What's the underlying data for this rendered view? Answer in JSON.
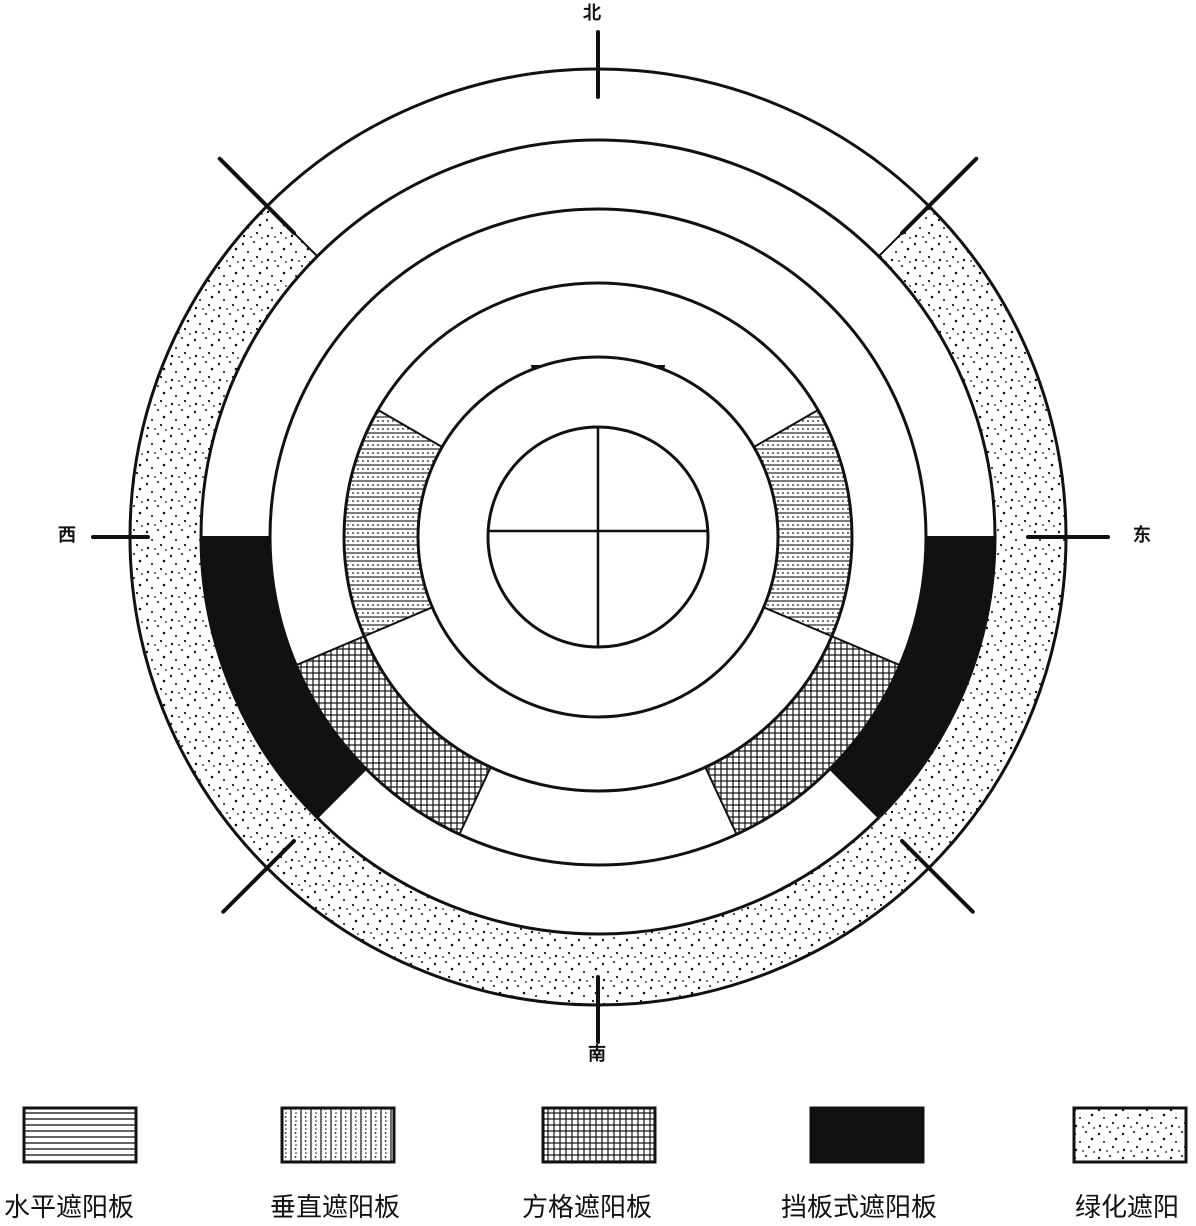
{
  "directions": {
    "north": "北",
    "south": "南",
    "east": "东",
    "west": "西"
  },
  "legend": [
    {
      "label": "水平遮阳板",
      "pattern": "horizontal"
    },
    {
      "label": "垂直遮阳板",
      "pattern": "vertical"
    },
    {
      "label": "方格遮阳板",
      "pattern": "grid"
    },
    {
      "label": "挡板式遮阳板",
      "pattern": "solid"
    },
    {
      "label": "绿化遮阳",
      "pattern": "stipple"
    }
  ],
  "colors": {
    "ink": "#111111",
    "paper": "#ffffff"
  }
}
